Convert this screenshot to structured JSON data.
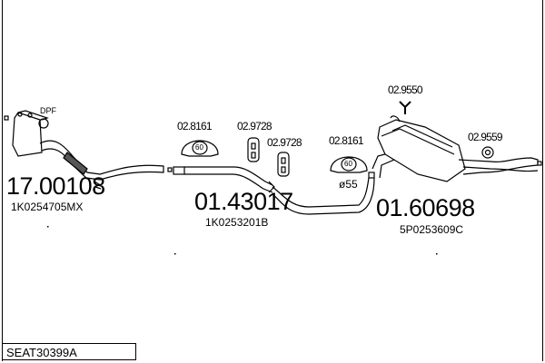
{
  "parts": {
    "dpf": {
      "label": "DPF",
      "number": "17.00108",
      "oem": "1K0254705MX"
    },
    "middle_pipe": {
      "number": "01.43017",
      "oem": "1K0253201B"
    },
    "rear_silencer": {
      "number": "01.60698",
      "oem": "5P0253609C"
    }
  },
  "clamp_refs": {
    "clamp1": {
      "ref": "02.8161",
      "size": "60"
    },
    "clamp2": {
      "ref": "02.8161",
      "size": "60"
    },
    "hanger1": {
      "ref": "02.9728"
    },
    "hanger2": {
      "ref": "02.9728"
    },
    "mount1": {
      "ref": "02.9550"
    },
    "ring1": {
      "ref": "02.9559"
    }
  },
  "diameter_label": "ø55",
  "footer": {
    "code": "SEAT30399A"
  }
}
